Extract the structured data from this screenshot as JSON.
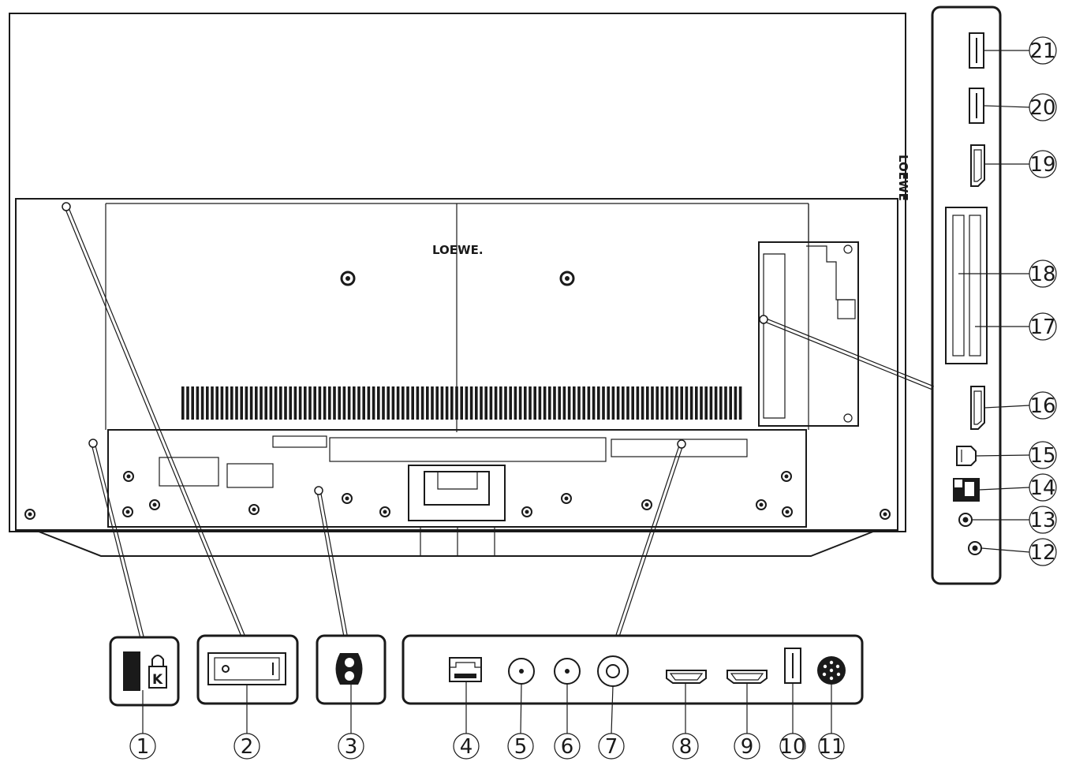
{
  "brand": {
    "logo_text": "LOEWE.",
    "side_logo_text": "LOEWE"
  },
  "callouts": {
    "c1": "1",
    "c2": "2",
    "c3": "3",
    "c4": "4",
    "c5": "5",
    "c6": "6",
    "c7": "7",
    "c8": "8",
    "c9": "9",
    "c10": "10",
    "c11": "11",
    "c12": "12",
    "c13": "13",
    "c14": "14",
    "c15": "15",
    "c16": "16",
    "c17": "17",
    "c18": "18",
    "c19": "19",
    "c20": "20",
    "c21": "21"
  },
  "icons": {
    "kensington": "kensington-lock-icon",
    "power_switch": "power-switch-icon",
    "mains": "mains-socket-icon",
    "lan": "lan-port-icon",
    "antenna": "antenna-port-icon",
    "hdmi": "hdmi-port-icon",
    "usb": "usb-port-icon",
    "din": "din-socket-icon",
    "ci_slot": "ci-slot-icon",
    "mini_usb": "mini-usb-icon",
    "jack": "audio-jack-icon"
  },
  "kensington_glyph": "K",
  "colors": {
    "line": "#1a1a1a",
    "background": "#ffffff"
  }
}
